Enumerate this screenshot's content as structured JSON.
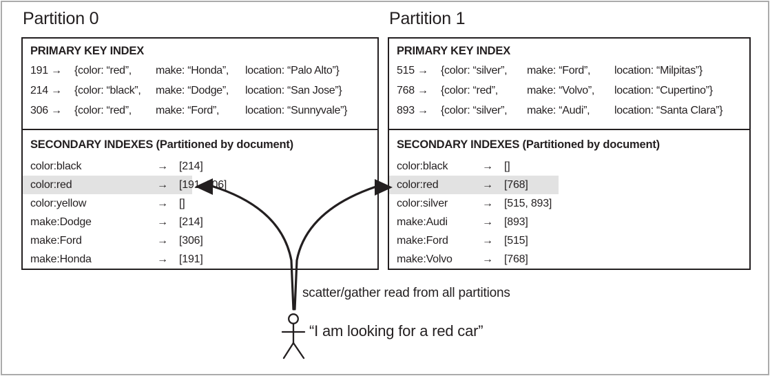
{
  "glyphs": {
    "arrow": "→"
  },
  "colors": {
    "text": "#231f20",
    "box_border": "#231f20",
    "frame_border": "#ababab",
    "highlight": "#e2e2e2"
  },
  "partitions": [
    {
      "title": "Partition 0",
      "primary": {
        "heading": "PRIMARY KEY INDEX",
        "rows": [
          {
            "id": "191 →",
            "color": "{color: “red”,",
            "make": "make: “Honda”,",
            "location": "location: “Palo Alto”}"
          },
          {
            "id": "214 →",
            "color": "{color: “black”,",
            "make": "make: “Dodge”,",
            "location": "location: “San Jose”}"
          },
          {
            "id": "306 →",
            "color": "{color: “red”,",
            "make": "make: “Ford”,",
            "location": "location: “Sunnyvale”}"
          }
        ]
      },
      "secondary": {
        "heading": "SECONDARY INDEXES (Partitioned by document)",
        "rows": [
          {
            "key": "color:black",
            "value": "[214]",
            "highlighted": false
          },
          {
            "key": "color:red",
            "value": "[191, 306]",
            "highlighted": true
          },
          {
            "key": "color:yellow",
            "value": "[]",
            "highlighted": false
          },
          {
            "key": "make:Dodge",
            "value": "[214]",
            "highlighted": false
          },
          {
            "key": "make:Ford",
            "value": "[306]",
            "highlighted": false
          },
          {
            "key": "make:Honda",
            "value": "[191]",
            "highlighted": false
          }
        ]
      }
    },
    {
      "title": "Partition 1",
      "primary": {
        "heading": "PRIMARY KEY INDEX",
        "rows": [
          {
            "id": "515 →",
            "color": "{color: “silver”,",
            "make": "make: “Ford”,",
            "location": "location: “Milpitas”}"
          },
          {
            "id": "768 →",
            "color": "{color: “red”,",
            "make": "make: “Volvo”,",
            "location": "location: “Cupertino”}"
          },
          {
            "id": "893 →",
            "color": "{color: “silver”,",
            "make": "make: “Audi”,",
            "location": "location: “Santa Clara”}"
          }
        ]
      },
      "secondary": {
        "heading": "SECONDARY INDEXES (Partitioned by document)",
        "rows": [
          {
            "key": "color:black",
            "value": "[]",
            "highlighted": false
          },
          {
            "key": "color:red",
            "value": "[768]",
            "highlighted": true
          },
          {
            "key": "color:silver",
            "value": "[515, 893]",
            "highlighted": false
          },
          {
            "key": "make:Audi",
            "value": "[893]",
            "highlighted": false
          },
          {
            "key": "make:Ford",
            "value": "[515]",
            "highlighted": false
          },
          {
            "key": "make:Volvo",
            "value": "[768]",
            "highlighted": false
          }
        ]
      }
    }
  ],
  "annotations": {
    "scatter_label": "scatter/gather read from all partitions",
    "user_quote": "“I am looking for a red car”"
  }
}
